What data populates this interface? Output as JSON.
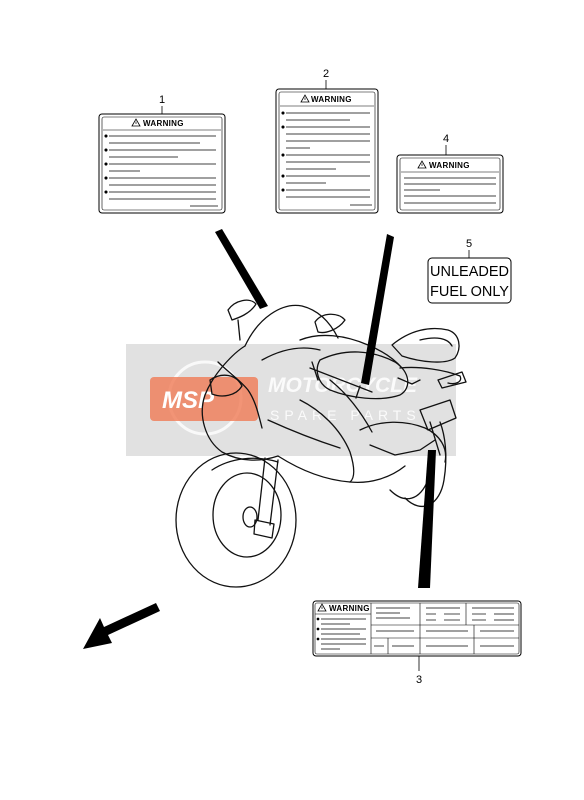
{
  "callouts": [
    "1",
    "2",
    "3",
    "4",
    "5"
  ],
  "warning_label_text": "WARNING",
  "warning_icon": "warning-triangle-icon",
  "fuel_label": {
    "line1": "UNLEADED",
    "line2": "FUEL ONLY"
  },
  "watermark": {
    "logo": "MSP",
    "line1": "MOTORCYCLE",
    "line2": "SPARE PARTS",
    "color": "#f07a55"
  },
  "direction_arrow_icon": "front-direction-arrow-icon"
}
